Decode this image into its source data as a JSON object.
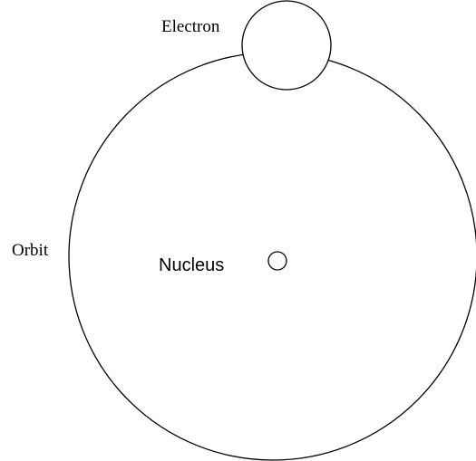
{
  "diagram": {
    "labels": {
      "electron": "Electron",
      "orbit": "Orbit",
      "nucleus": "Nucleus"
    },
    "colors": {
      "stroke": "#000000",
      "fill": "#ffffff",
      "text": "#000000"
    }
  }
}
